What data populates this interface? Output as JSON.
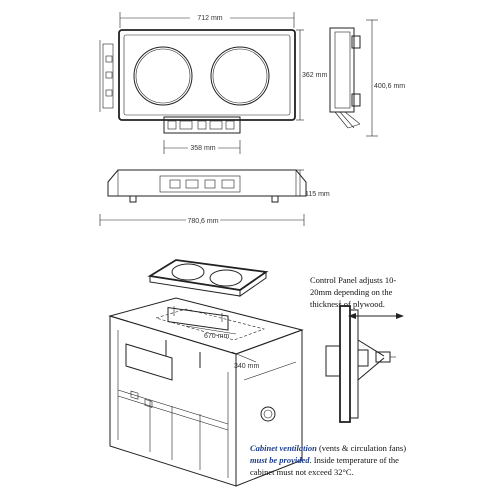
{
  "dimensions": {
    "top_width": "712 mm",
    "top_height": "362 mm",
    "side_depth": "400,6 mm",
    "control_width": "358 mm",
    "front_height": "115 mm",
    "front_width": "780,6 mm"
  },
  "cutout": {
    "width": "670 mm",
    "depth": "340 mm"
  },
  "notes": {
    "control_panel": [
      "Control Panel adjusts 10-",
      "20mm depending on the",
      "thickness of plywood."
    ],
    "ventilation_emphasis_1": "Cabinet ventilation",
    "ventilation_line_1_rest": " (vents & circulation fans)",
    "ventilation_emphasis_2": "must be provided",
    "ventilation_line_2_rest": ".  Inside temperature of the",
    "ventilation_line_3": "cabinet must not exceed 32°C."
  },
  "colors": {
    "line": "#222222",
    "note_blue": "#1c3c8c"
  }
}
